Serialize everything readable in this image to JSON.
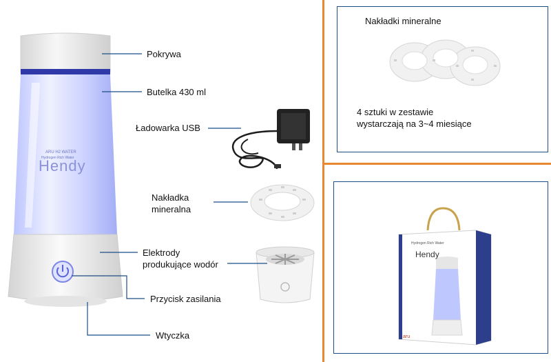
{
  "left": {
    "labels": {
      "lid": "Pokrywa",
      "bottle": "Butelka 430 ml",
      "charger": "Ładowarka USB",
      "mineral_line1": "Nakładka",
      "mineral_line2": "mineralna",
      "electrodes_line1": "Elektrody",
      "electrodes_line2": "produkujące wodór",
      "power_button": "Przycisk zasilania",
      "plug": "Wtyczka"
    },
    "bottle_brand": "Hendy",
    "line_color": "#1a4e86"
  },
  "top_right": {
    "title": "Nakładki mineralne",
    "desc_line1": "4 sztuki w zestawie",
    "desc_line2": "wystarczają na 3~4 miesiące"
  },
  "bottom_right": {
    "box_brand": "Hendy"
  },
  "colors": {
    "divider": "#e8892f",
    "frame": "#1a4e86",
    "bottle_tint": "#a7b4ff"
  }
}
